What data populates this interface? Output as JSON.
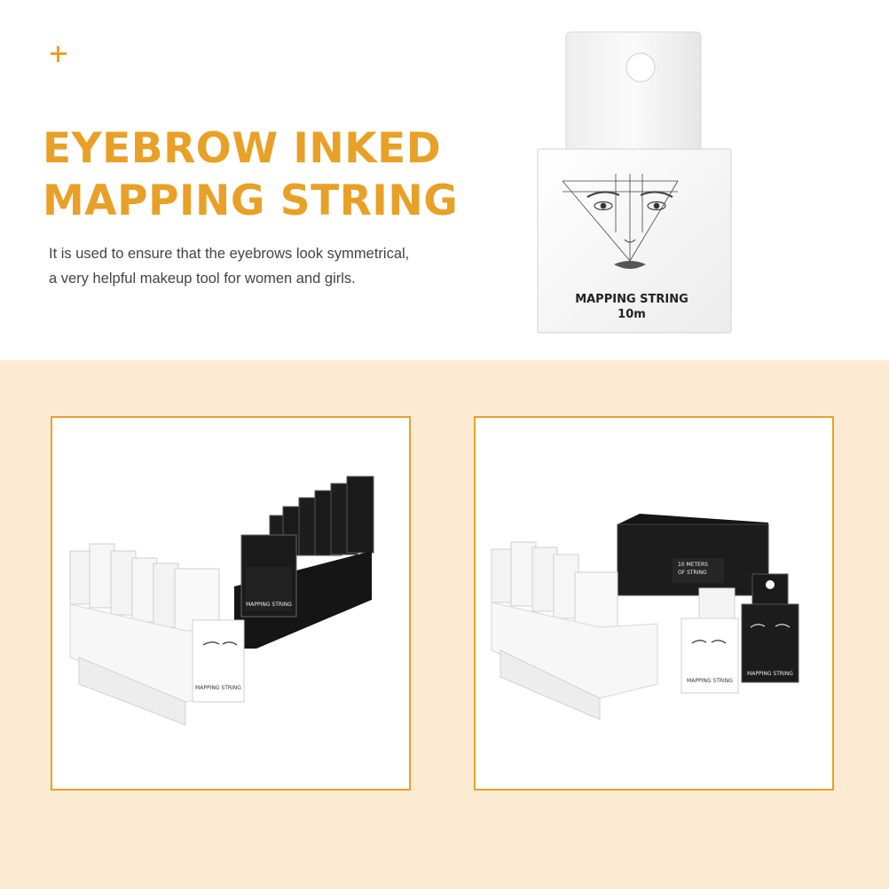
{
  "colors": {
    "accent": "#e9a027",
    "band": "#fcebd2",
    "text": "#444444"
  },
  "icons": {
    "decoration": "plus-icon"
  },
  "header": {
    "title_lines": [
      "EYEBROW INKED",
      "MAPPING STRING"
    ],
    "description_lines": [
      "It is used to ensure that the eyebrows look symmetrical,",
      "a very helpful makeup tool for women and girls."
    ]
  },
  "product": {
    "box_label": "MAPPING STRING",
    "box_length": "10m"
  },
  "gallery": {
    "right_black_box_text": [
      "10 METERS",
      "OF STRING"
    ]
  }
}
